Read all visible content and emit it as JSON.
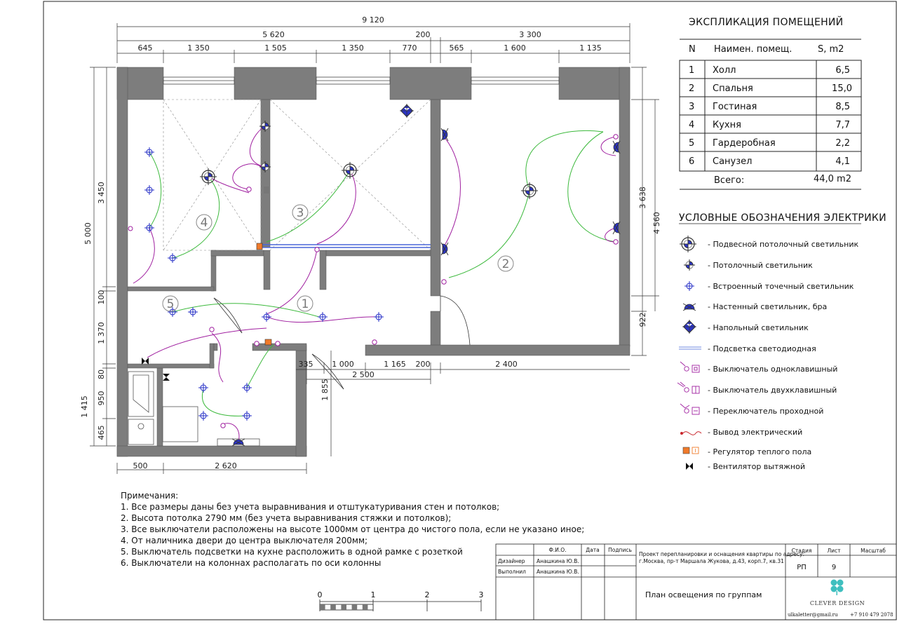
{
  "dimensions": {
    "top_total": "9 120",
    "top_sub": [
      "5 620",
      "200",
      "3 300"
    ],
    "top_parts": [
      "645",
      "1 350",
      "1 505",
      "1 350",
      "770",
      "565",
      "1 600",
      "1 135"
    ],
    "left": [
      "5 000",
      "3 450",
      "100",
      "1 370",
      "80",
      "950",
      "1 415",
      "465"
    ],
    "right": [
      "3 638",
      "4 560",
      "922"
    ],
    "bottom_left": [
      "500",
      "2 620"
    ],
    "bottom_mid": [
      "335",
      "1 000",
      "1 165",
      "200",
      "2 400",
      "2 500"
    ],
    "vertical_mid": "1 855"
  },
  "room_numbers": [
    "1",
    "2",
    "3",
    "4",
    "5"
  ],
  "explication": {
    "title": "ЭКСПЛИКАЦИЯ ПОМЕЩЕНИЙ",
    "headers": [
      "N",
      "Наимен. помещ.",
      "S, m2"
    ],
    "rows": [
      [
        "1",
        "Холл",
        "6,5"
      ],
      [
        "2",
        "Спальня",
        "15,0"
      ],
      [
        "3",
        "Гостиная",
        "8,5"
      ],
      [
        "4",
        "Кухня",
        "7,7"
      ],
      [
        "5",
        "Гардеробная",
        "2,2"
      ],
      [
        "6",
        "Санузел",
        "4,1"
      ]
    ],
    "total_label": "Всего:",
    "total_value": "44,0 m2"
  },
  "legend": {
    "title": "УСЛОВНЫЕ ОБОЗНАЧЕНИЯ ЭЛЕКТРИКИ",
    "items": [
      {
        "icon": "pendant-ceiling-light-icon",
        "label": "- Подвесной потолочный светильник"
      },
      {
        "icon": "ceiling-light-icon",
        "label": "- Потолочный светильник"
      },
      {
        "icon": "recessed-spot-light-icon",
        "label": "- Встроенный точечный светильник"
      },
      {
        "icon": "wall-sconce-icon",
        "label": "- Настенный светильник, бра"
      },
      {
        "icon": "floor-lamp-icon",
        "label": "- Напольный светильник"
      },
      {
        "icon": "led-strip-icon",
        "label": "- Подсветка светодиодная"
      },
      {
        "icon": "single-switch-icon",
        "label": "- Выключатель одноклавишный"
      },
      {
        "icon": "double-switch-icon",
        "label": "- Выключатель двухклавишный"
      },
      {
        "icon": "pass-through-switch-icon",
        "label": "- Переключатель проходной"
      },
      {
        "icon": "electrical-outlet-icon",
        "label": "- Вывод электрический"
      },
      {
        "icon": "floor-heating-regulator-icon",
        "label": "- Регулятор теплого пола"
      },
      {
        "icon": "exhaust-fan-icon",
        "label": "- Вентилятор вытяжной"
      }
    ]
  },
  "notes": {
    "title": "Примечания:",
    "items": [
      "1. Все размеры даны без учета выравнивания и отштукатуривания стен и потолков;",
      "2. Высота потолка 2790 мм (без учета выравнивания стяжки и потолков);",
      "3. Все выключатели расположены на высоте 1000мм от центра до чистого пола, если не указано иное;",
      "4. От наличника двери до центра выключателя 200мм;",
      "5. Выключатель подсветки на кухне расположить в одной рамке с розеткой",
      "6. Выключатели на колоннах располагать по оси колонны"
    ]
  },
  "scale_bar": {
    "labels": [
      "0",
      "1",
      "2",
      "3"
    ]
  },
  "title_block": {
    "headers": [
      "Ф.И.О.",
      "Дата",
      "Подпись"
    ],
    "rows": [
      [
        "Дизайнер",
        "Анашкина Ю.В."
      ],
      [
        "Выполнил",
        "Анашкина Ю.В."
      ]
    ],
    "project_line1": "Проект перепланировки и оснащения квартиры по адресу:",
    "project_line2": "г.Москва, пр-т Маршала Жукова, д.43, корп.7, кв.31",
    "sheet_title": "План освещения по группам",
    "stage_header": "Стадия",
    "sheet_header": "Лист",
    "scale_header": "Масштаб",
    "stage": "РП",
    "sheet": "9",
    "brand": "CLEVER DESIGN",
    "email": "ulkaletter@gmail.ru",
    "phone": "+7 910 479 2078"
  },
  "colors": {
    "wall": "#7d7d7d",
    "group_purple": "#a020a0",
    "group_green": "#3cb93c",
    "fixture_blue": "#2b34c8",
    "regulator": "#f07a2a",
    "accent_cyan": "#3fbfbf"
  }
}
